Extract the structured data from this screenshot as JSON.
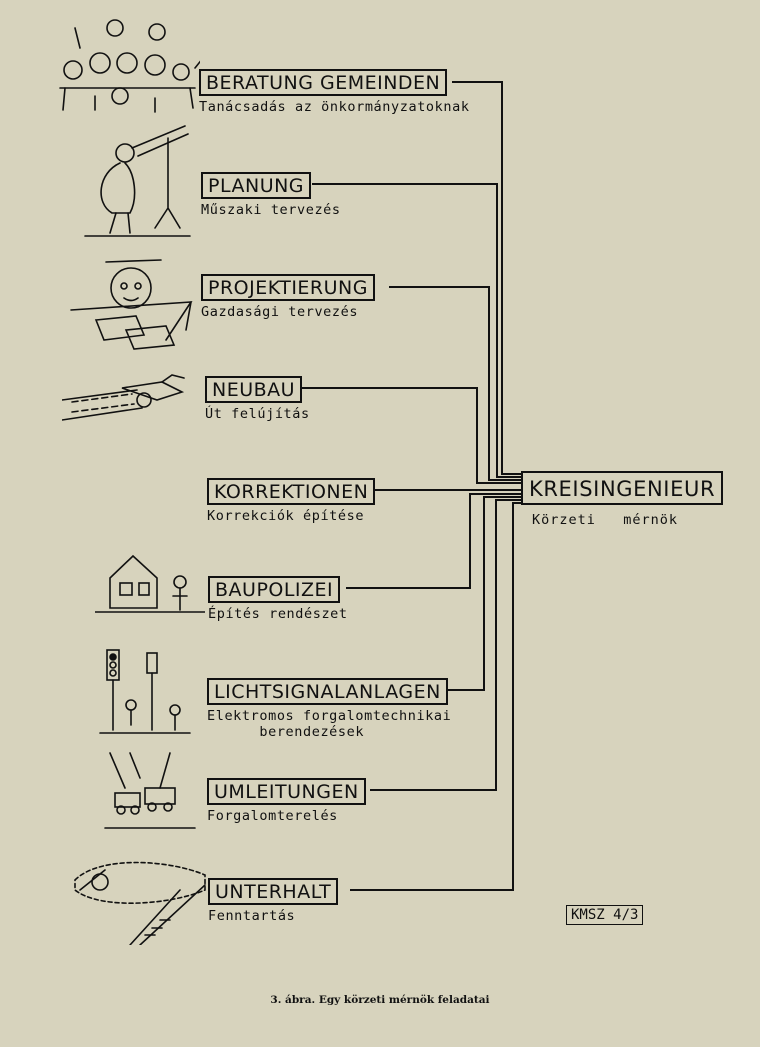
{
  "tasks": [
    {
      "de": "BERATUNG GEMEINDEN",
      "hu": "Tanácsadás az önkormányzatoknak"
    },
    {
      "de": "PLANUNG",
      "hu": "Műszaki tervezés"
    },
    {
      "de": "PROJEKTIERUNG",
      "hu": "Gazdasági tervezés"
    },
    {
      "de": "NEUBAU",
      "hu": "Út felújítás"
    },
    {
      "de": "KORREKTIONEN",
      "hu": "Korrekciók építése"
    },
    {
      "de": "BAUPOLIZEI",
      "hu": "Építés rendészet"
    },
    {
      "de": "LICHTSIGNALANLAGEN",
      "hu": "Elektromos forgalomtechnikai\n      berendezések"
    },
    {
      "de": "UMLEITUNGEN",
      "hu": "Forgalomterelés"
    },
    {
      "de": "UNTERHALT",
      "hu": "Fenntartás"
    }
  ],
  "center": {
    "de": "KREISINGENIEUR",
    "hu": "Körzeti   mérnök"
  },
  "code": "KMSZ 4/3",
  "caption": "3. ábra. Egy körzeti mérnök feladatai"
}
